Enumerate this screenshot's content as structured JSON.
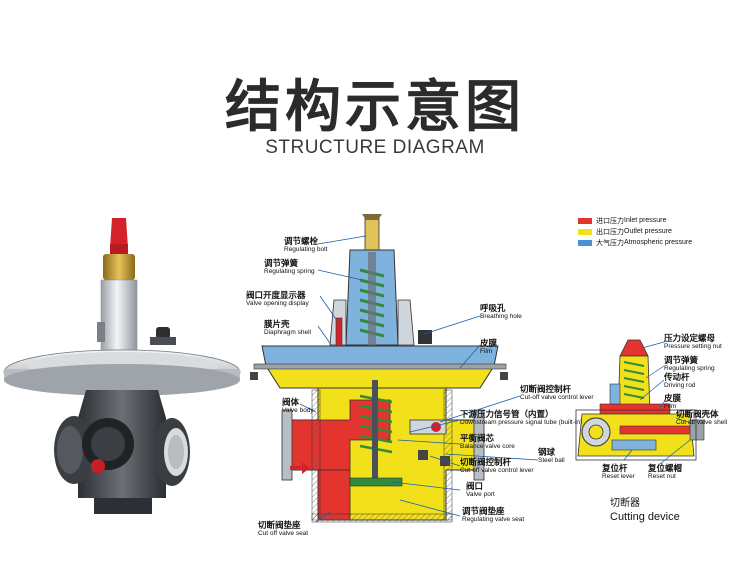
{
  "header": {
    "title_cn": "结构示意图",
    "title_en": "STRUCTURE DIAGRAM"
  },
  "legend": [
    {
      "cn": "进口压力",
      "en": "Inlet pressure",
      "color": "#e3342f"
    },
    {
      "cn": "出口压力",
      "en": "Outlet pressure",
      "color": "#f3e21a"
    },
    {
      "cn": "大气压力",
      "en": "Atmospheric pressure",
      "color": "#4a90d9"
    }
  ],
  "main_labels": [
    {
      "cn": "调节螺栓",
      "en": "Regulating bolt"
    },
    {
      "cn": "调节弹簧",
      "en": "Regulating spring"
    },
    {
      "cn": "阀口开度显示器",
      "en": "Valve opening display"
    },
    {
      "cn": "膜片壳",
      "en": "Diaphragm shell"
    },
    {
      "cn": "阀体",
      "en": "Valve body"
    },
    {
      "cn": "切断阀垫座",
      "en": "Cut off valve seat"
    },
    {
      "cn": "呼吸孔",
      "en": "Breathing hole"
    },
    {
      "cn": "皮膜",
      "en": "Film"
    },
    {
      "cn": "切断阀控制杆",
      "en": "Cut-off valve control lever"
    },
    {
      "cn": "下游压力信号管（内置）",
      "en": "Downstream pressure signal tube (built-in)"
    },
    {
      "cn": "平衡阀芯",
      "en": "Balance valve core"
    },
    {
      "cn": "钢球",
      "en": "Steel ball"
    },
    {
      "cn": "切断阀控制杆",
      "en": "Cut-off valve control lever"
    },
    {
      "cn": "阀口",
      "en": "Valve port"
    },
    {
      "cn": "调节阀垫座",
      "en": "Regulating valve seat"
    }
  ],
  "cut_labels": [
    {
      "cn": "压力设定螺母",
      "en": "Pressure setting nut"
    },
    {
      "cn": "调节弹簧",
      "en": "Regulating spring"
    },
    {
      "cn": "传动杆",
      "en": "Driving rod"
    },
    {
      "cn": "皮膜",
      "en": "Film"
    },
    {
      "cn": "切断阀壳体",
      "en": "Cut off valve shell"
    },
    {
      "cn": "复位杆",
      "en": "Reset lever"
    },
    {
      "cn": "复位螺帽",
      "en": "Reset nut"
    }
  ],
  "cutting_device": {
    "cn": "切断器",
    "en": "Cutting device"
  }
}
